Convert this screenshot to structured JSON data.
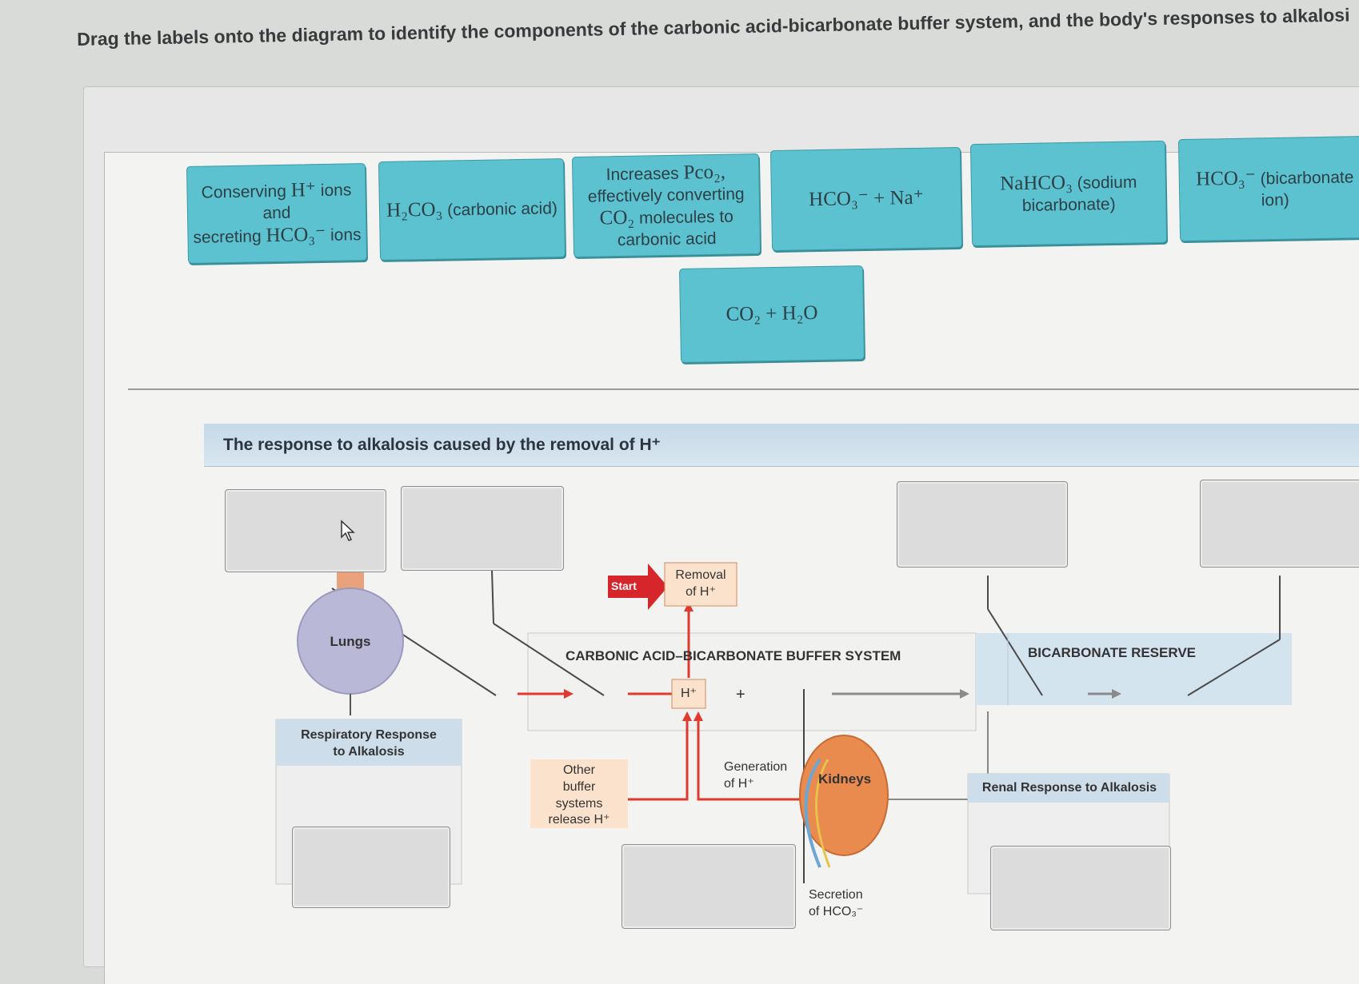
{
  "instruction": "Drag the labels onto the diagram to identify the components of the carbonic acid-bicarbonate buffer system, and the body's responses to alkalosi",
  "tiles": {
    "conserving_line1_pre": "Conserving ",
    "conserving_line1_sym": "H⁺",
    "conserving_line1_post": " ions and",
    "conserving_line2_pre": "secreting ",
    "conserving_line2_sym": "HCO₃⁻",
    "conserving_line2_post": " ions",
    "carbonic_sym": "H₂CO₃",
    "carbonic_text": " (carbonic acid)",
    "increases_line1_pre": "Increases ",
    "increases_line1_sym": "Pco₂,",
    "increases_line2": "effectively converting",
    "increases_line3_sym": "CO₂",
    "increases_line3_post": " molecules to",
    "increases_line4": "carbonic acid",
    "hco3_na": "HCO₃⁻ + Na⁺",
    "nahco3_sym": "NaHCO₃",
    "nahco3_text1": " (sodium",
    "nahco3_text2": "bicarbonate)",
    "bicarb_sym": "HCO₃⁻",
    "bicarb_text1": " (bicarbonate",
    "bicarb_text2": "ion)",
    "co2_h2o": "CO₂ + H₂O"
  },
  "diagram": {
    "title": "The response to alkalosis caused by the removal of H⁺",
    "start": "Start",
    "removal_line1": "Removal",
    "removal_line2": "of H⁺",
    "buffer_system": "CARBONIC ACID–BICARBONATE BUFFER SYSTEM",
    "bicarbonate_reserve": "BICARBONATE RESERVE",
    "h_plus": "H⁺",
    "plus": "+",
    "lungs": "Lungs",
    "respiratory_line1": "Respiratory Response",
    "respiratory_line2": "to Alkalosis",
    "other_buffer_1": "Other",
    "other_buffer_2": "buffer",
    "other_buffer_3": "systems",
    "other_buffer_4": "release H⁺",
    "generation_1": "Generation",
    "generation_2": "of H⁺",
    "kidneys": "Kidneys",
    "secretion_1": "Secretion",
    "secretion_2": "of HCO₃⁻",
    "renal_response": "Renal Response to Alkalosis"
  },
  "colors": {
    "tile": "#5cc2cf",
    "drop_zone": "#dcdcdc",
    "arrow_red": "#e03a2f",
    "lungs": "#b9b8d6",
    "kidney": "#e98a4f",
    "header_blue": "#c5d9e7"
  }
}
